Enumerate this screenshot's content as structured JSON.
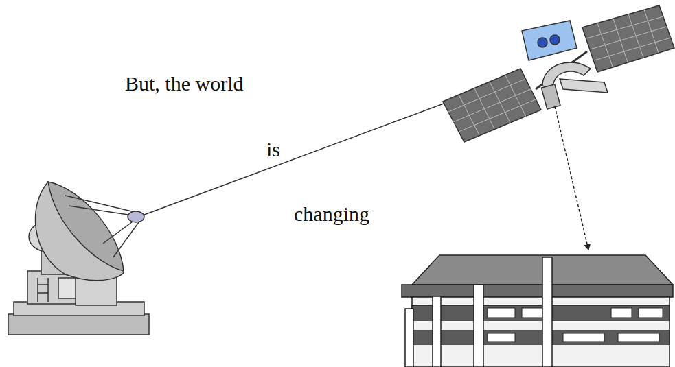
{
  "diagram": {
    "labels": [
      "But, the world",
      "is",
      "changing"
    ]
  }
}
